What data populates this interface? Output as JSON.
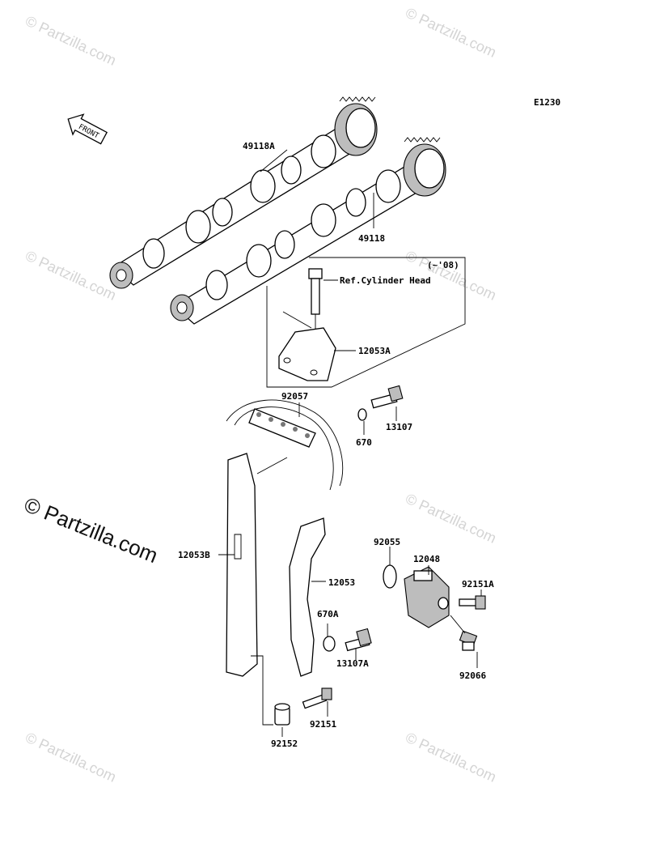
{
  "diagram_code": "E1230",
  "front_arrow_label": "FRONT",
  "watermark_text": "© Partzilla.com",
  "copyright_brand": "© Partzilla.com",
  "ref_box": {
    "variant": "(~'08)",
    "ref_text": "Ref.Cylinder Head"
  },
  "callouts": [
    {
      "id": "p-49118a",
      "label": "49118A"
    },
    {
      "id": "p-49118",
      "label": "49118"
    },
    {
      "id": "p-12053a",
      "label": "12053A"
    },
    {
      "id": "p-92057",
      "label": "92057"
    },
    {
      "id": "p-13107",
      "label": "13107"
    },
    {
      "id": "p-670",
      "label": "670"
    },
    {
      "id": "p-12053b",
      "label": "12053B"
    },
    {
      "id": "p-12053",
      "label": "12053"
    },
    {
      "id": "p-92055",
      "label": "92055"
    },
    {
      "id": "p-12048",
      "label": "12048"
    },
    {
      "id": "p-92151a",
      "label": "92151A"
    },
    {
      "id": "p-670a",
      "label": "670A"
    },
    {
      "id": "p-13107a",
      "label": "13107A"
    },
    {
      "id": "p-92066",
      "label": "92066"
    },
    {
      "id": "p-92151",
      "label": "92151"
    },
    {
      "id": "p-92152",
      "label": "92152"
    }
  ],
  "colors": {
    "line": "#000000",
    "shade": "#bdbdbd",
    "watermark": "#d4d4d4",
    "background": "#ffffff"
  }
}
